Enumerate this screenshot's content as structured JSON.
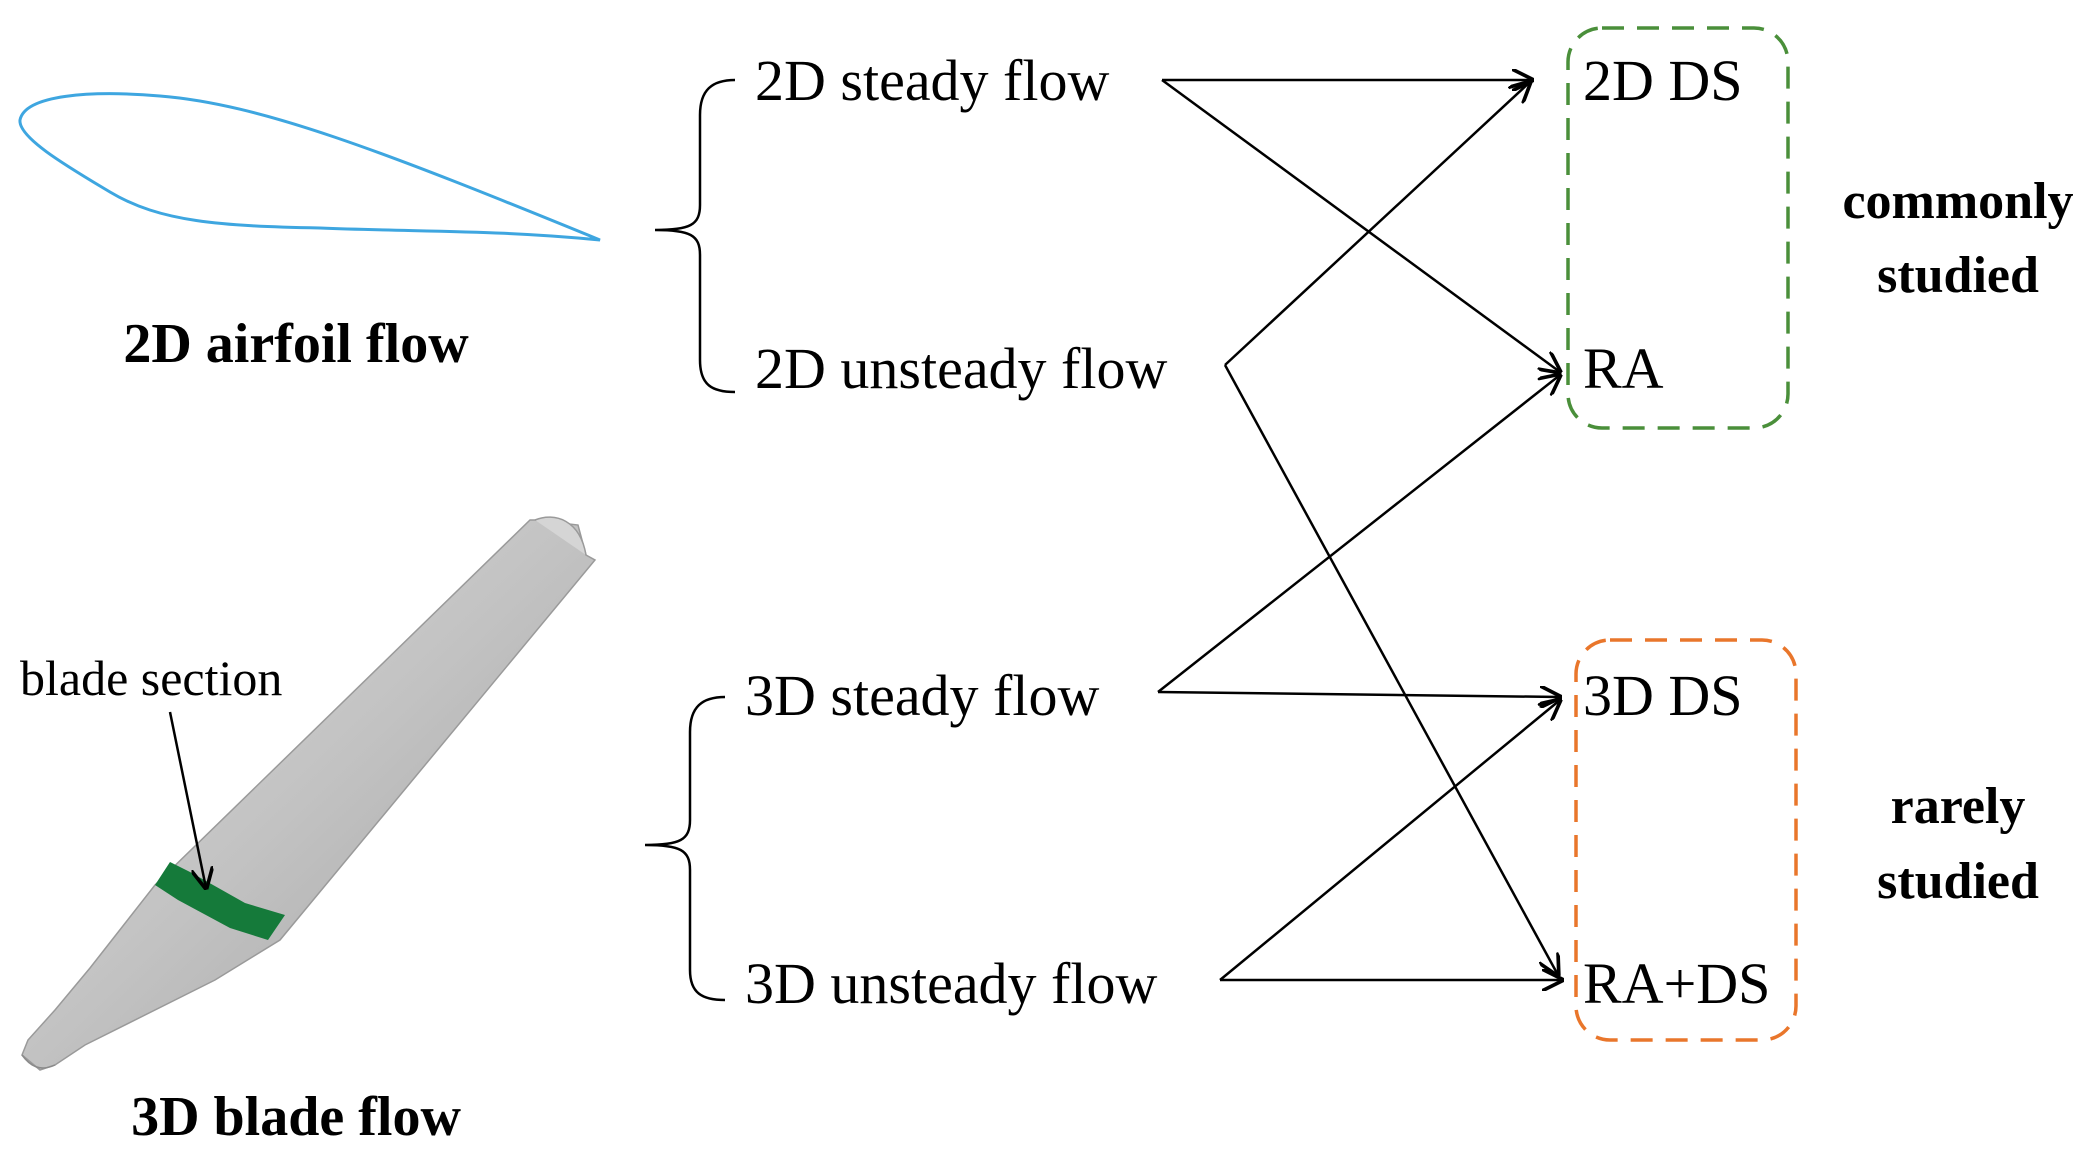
{
  "left": {
    "airfoil_title": "2D airfoil flow",
    "blade_title": "3D blade flow",
    "blade_section_label": "blade section"
  },
  "flows": {
    "steady_2d": "2D steady flow",
    "unsteady_2d": "2D unsteady flow",
    "steady_3d": "3D steady flow",
    "unsteady_3d": "3D unsteady flow"
  },
  "outcomes": {
    "ds_2d": "2D DS",
    "ra": "RA",
    "ds_3d": "3D DS",
    "ra_ds": "RA+DS"
  },
  "groups": {
    "common_line1": "commonly",
    "common_line2": "studied",
    "rare_line1": "rarely",
    "rare_line2": "studied"
  },
  "colors": {
    "airfoil": "#3ea6e0",
    "blade_body": "#c4c4c4",
    "blade_section": "#157a3a",
    "common_box": "#4a8f3a",
    "rare_box": "#e9762b",
    "arrows": "#000000"
  }
}
